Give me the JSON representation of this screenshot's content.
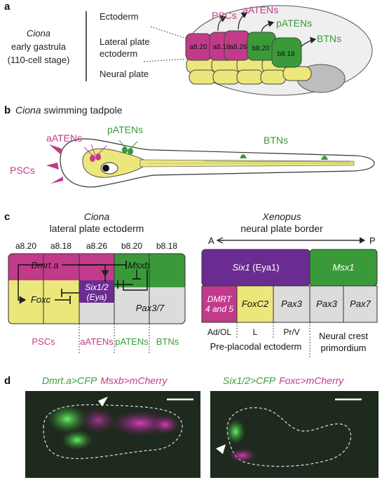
{
  "colors": {
    "magenta": "#c23b8a",
    "green": "#3a9a3a",
    "yellow": "#ece77a",
    "purple": "#6a2c90",
    "grey": "#dcdcdc",
    "micro_bg": "#1f2a1f"
  },
  "panel_a": {
    "letter": "a",
    "organism": "Ciona",
    "stage_line1": "early gastrula",
    "stage_line2": "(110-cell stage)",
    "layer_ectoderm": "Ectoderm",
    "layer_lateral_1": "Lateral plate",
    "layer_lateral_2": "ectoderm",
    "layer_neural": "Neural plate",
    "cells": [
      "a8.20",
      "a8.18",
      "a8.26",
      "b8.20",
      "b8.18"
    ],
    "fates": [
      "PSCs",
      "aATENs",
      "pATENs",
      "BTNs"
    ]
  },
  "panel_b": {
    "letter": "b",
    "title_organism": "Ciona",
    "title_rest": " swimming tadpole",
    "labels": [
      "aATENs",
      "pATENs",
      "BTNs",
      "PSCs"
    ]
  },
  "panel_c": {
    "letter": "c",
    "ciona_title_1": "Ciona",
    "ciona_title_2": "lateral plate ectoderm",
    "xenopus_title_1": "Xenopus",
    "xenopus_title_2": "neural plate border",
    "cells": [
      "a8.20",
      "a8.18",
      "a8.26",
      "b8.20",
      "b8.18"
    ],
    "genes": {
      "dmrt": "Dmrt.a",
      "msxb": "Msxb",
      "foxc": "Foxc",
      "six_1": "Six1/2",
      "six_2": "(Eya)",
      "pax37": "Pax3/7"
    },
    "ciona_fates": [
      "PSCs",
      "aATENs",
      "pATENs",
      "BTNs"
    ],
    "axis_a": "A",
    "axis_p": "P",
    "xenopus_genes": {
      "six1_gene": "Six1",
      "six1_rest": " (Eya1)",
      "msx1": "Msx1",
      "dmrt_1": "DMRT",
      "dmrt_2": "4 and 5",
      "foxc2": "FoxC2",
      "pax3_a": "Pax3",
      "pax3_b": "Pax3",
      "pax7": "Pax7"
    },
    "xenopus_regions": [
      "Ad/OL",
      "L",
      "Pr/V"
    ],
    "ppe_label": "Pre-placodal ectoderm",
    "ncp_1": "Neural crest",
    "ncp_2": "primordium"
  },
  "panel_d": {
    "letter": "d",
    "left_label_1": "Dmrt.a>CFP",
    "left_label_2": "Msxb>mCherry",
    "right_label_1": "Six1/2>CFP",
    "right_label_2": "Foxc>mCherry"
  }
}
